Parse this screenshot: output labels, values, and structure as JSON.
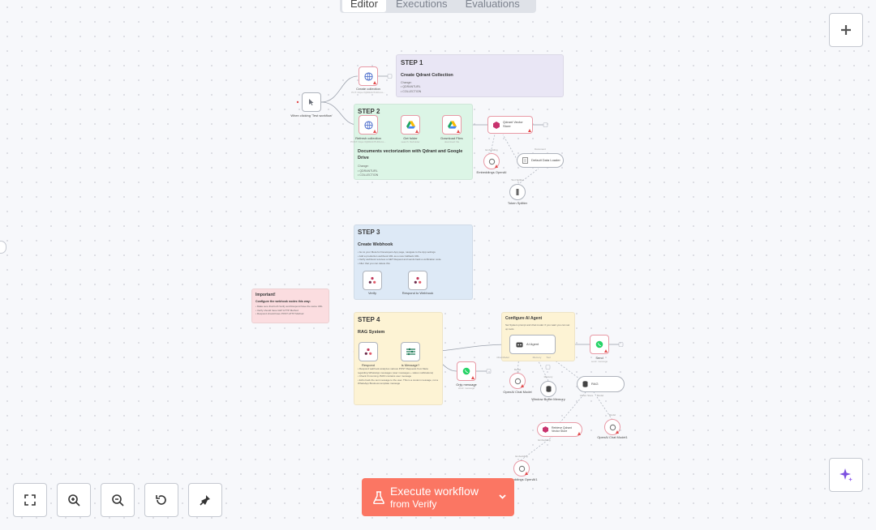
{
  "tabs": [
    {
      "label": "Editor",
      "active": true
    },
    {
      "label": "Executions",
      "active": false
    },
    {
      "label": "Evaluations",
      "active": false
    }
  ],
  "colors": {
    "accent": "#fb7663",
    "sticky_purple": "#e9e6f5",
    "sticky_green": "#dcf5e6",
    "sticky_blue": "#dde9f6",
    "sticky_yellow": "#fdf3d4",
    "sticky_red": "#fbdde0"
  },
  "stickies": {
    "step1": {
      "title": "STEP 1",
      "subtitle": "Create Qdrant Collection",
      "body": [
        "Change:",
        "• QDRANTURL",
        "• COLLECTION"
      ]
    },
    "step2": {
      "title": "STEP 2",
      "subtitle": "Documents vectorization with Qdrant and Google Drive",
      "body": [
        "Change:",
        "• QDRANTURL",
        "• COLLECTION"
      ]
    },
    "step3": {
      "title": "STEP 3",
      "subtitle": "Create Webhook",
      "body": [
        "• Go to your Meta for Developers App page, navigate to the App settings",
        "• Add a production webhook URL as a new Callback URL",
        "• Verify webhook receives a GET Request and sends back a verification code",
        "• After that you can delete this"
      ]
    },
    "step4": {
      "title": "STEP 4",
      "subtitle": "RAG System",
      "body": [
        "• Respond webhook analyzes various POST Requests from Meta regarding WhatsApp messages (user messages + status notifications)",
        "• Check if incoming JSON contains user message",
        "• Echo back the text message to the user. This is a custom message, not a WhatsApp Business template message"
      ]
    },
    "important": {
      "title": "Important!",
      "subtitle": "Configure the webhook nodes this way:",
      "body": [
        "• Make sure that both Verify and Respond have the same URL",
        "• Verify should have GET HTTP Method",
        "• Respond should have POST HTTP Method"
      ]
    },
    "agent": {
      "title": "Configure AI Agent",
      "body": [
        "Set System prompt and chat model. If you want you can set up tools"
      ]
    }
  },
  "nodes": {
    "trigger": {
      "label": "When clicking 'Test workflow'",
      "icon": "cursor-icon"
    },
    "create_collection": {
      "label": "Create collection",
      "sub": "PUT: https://QDRANTURL/co...",
      "icon": "globe-icon"
    },
    "refresh_collection": {
      "label": "Refresh collection",
      "sub": "POST: https://QDRANTURL/co...",
      "icon": "globe-icon"
    },
    "get_folder": {
      "label": "Get folder",
      "sub": "search: fileFolder",
      "icon": "google-drive-icon"
    },
    "download_files": {
      "label": "Download Files",
      "sub": "download: file",
      "icon": "google-drive-icon"
    },
    "qdrant_store": {
      "label": "Qdrant Vector Store",
      "icon": "qdrant-icon"
    },
    "embeddings_1": {
      "label": "Embeddings OpenAI",
      "tag": "Embedding",
      "icon": "openai-icon"
    },
    "data_loader": {
      "label": "Default Data Loader",
      "tag": "Document",
      "icon": "document-icon"
    },
    "splitter": {
      "label": "Token Splitter",
      "tag": "Text Splitter",
      "icon": "splitter-icon"
    },
    "verify": {
      "label": "Verify",
      "icon": "webhook-icon"
    },
    "respond_webhook": {
      "label": "Respond to Webhook",
      "icon": "webhook-icon"
    },
    "respond": {
      "label": "Respond",
      "icon": "webhook-icon"
    },
    "is_message": {
      "label": "is Message?",
      "icon": "filter-icon"
    },
    "only_message": {
      "label": "Only message",
      "sub": "send: message",
      "icon": "whatsapp-icon"
    },
    "ai_agent": {
      "label": "AI Agent",
      "tags": [
        "Chat Model",
        "Memory",
        "Tool"
      ],
      "icon": "robot-icon"
    },
    "send": {
      "label": "Send",
      "sub": "send: message",
      "icon": "whatsapp-icon"
    },
    "chat_model_1": {
      "label": "OpenAI Chat Model",
      "tag": "Model",
      "icon": "openai-icon"
    },
    "memory": {
      "label": "Window Buffer Memory",
      "tag": "Memory",
      "icon": "database-icon"
    },
    "rag": {
      "label": "RAG",
      "tags": [
        "Vector Store",
        "Model"
      ],
      "icon": "database-icon"
    },
    "retrieve_store": {
      "label": "Retrieve Qdrant Vector Store",
      "tags": [
        "Embedding"
      ],
      "icon": "qdrant-icon"
    },
    "chat_model_2": {
      "label": "OpenAI Chat Model1",
      "tag": "Model",
      "icon": "openai-icon"
    },
    "embeddings_2": {
      "label": "Embeddings OpenAI1",
      "tag": "Embedding",
      "icon": "openai-icon"
    }
  },
  "execute": {
    "label": "Execute workflow",
    "sub": "from Verify"
  },
  "toolbar": [
    "fit-view-icon",
    "zoom-in-icon",
    "zoom-out-icon",
    "reset-zoom-icon",
    "tidy-up-icon"
  ]
}
